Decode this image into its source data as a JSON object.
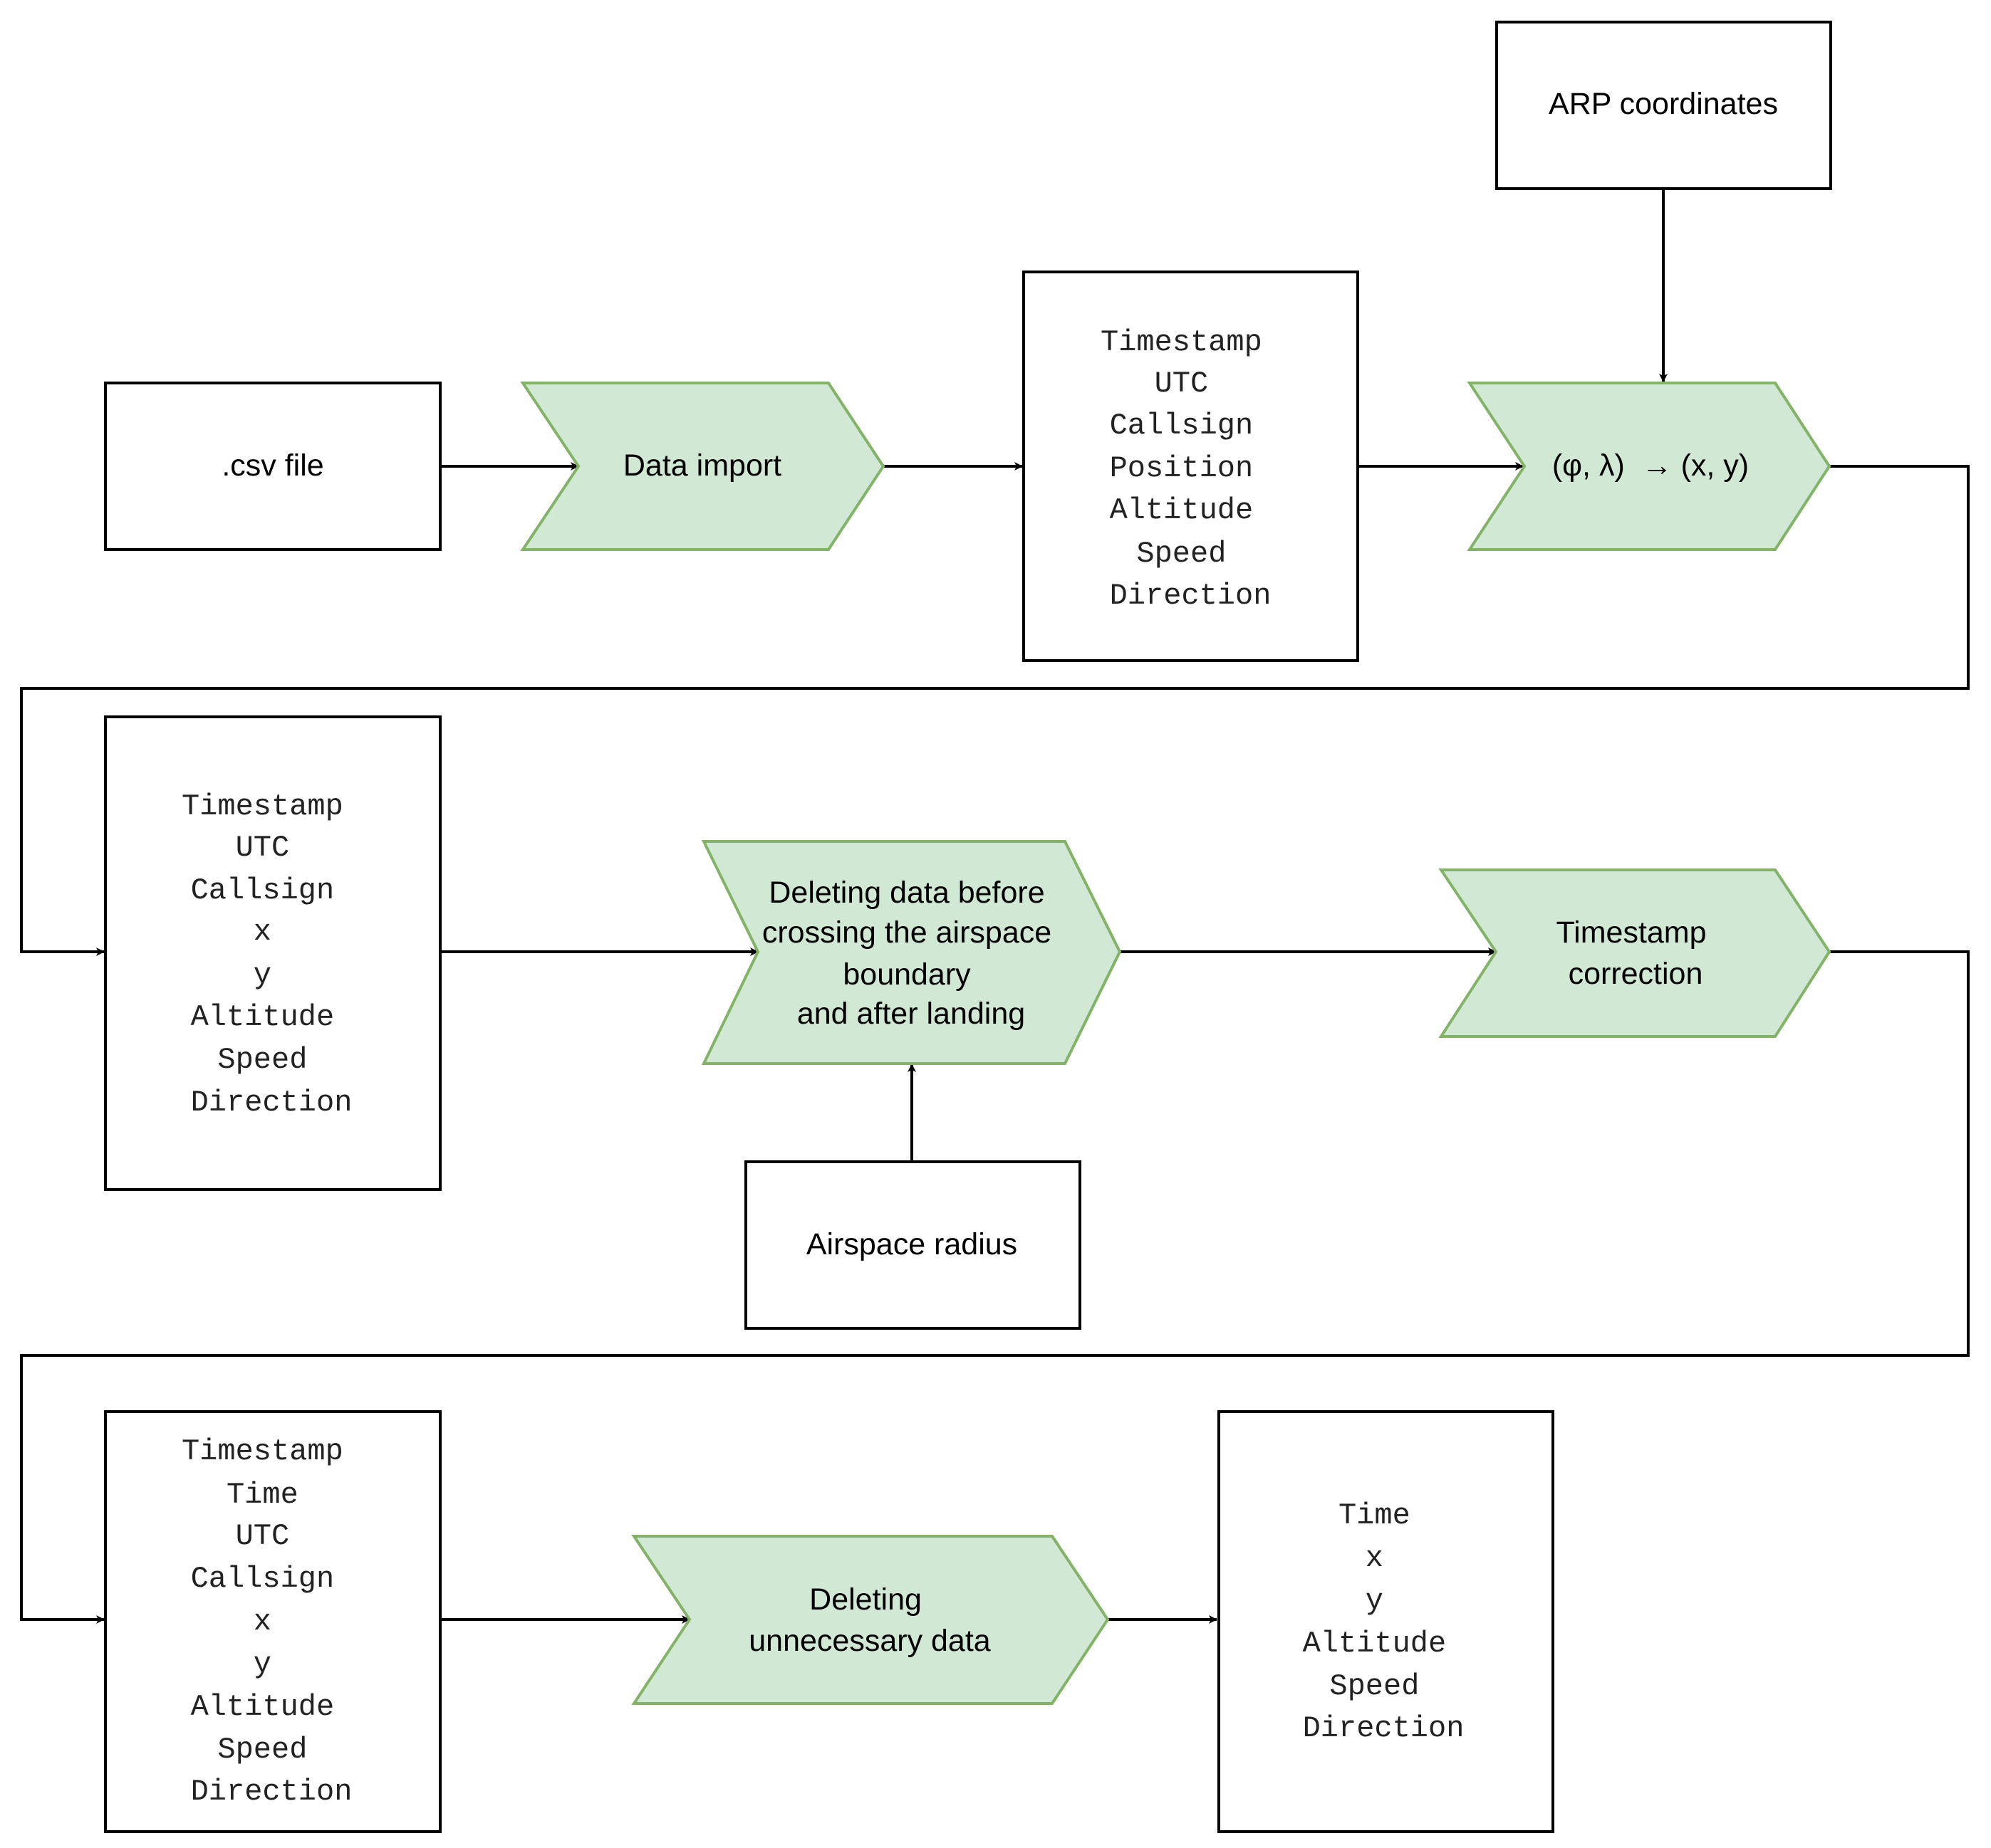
{
  "diagram": {
    "nodes": {
      "csv_file": {
        "lines": [
          ".csv file"
        ]
      },
      "data_import": {
        "lines": [
          "Data import"
        ]
      },
      "raw_fields": {
        "lines": [
          "Timestamp",
          "UTC",
          "Callsign",
          "Position",
          "Altitude",
          "Speed",
          "Direction"
        ]
      },
      "arp_coordinates": {
        "lines": [
          "ARP coordinates"
        ]
      },
      "coord_transform": {
        "lines": [
          "(φ, λ)  → (x, y)"
        ]
      },
      "xy_fields": {
        "lines": [
          "Timestamp",
          "UTC",
          "Callsign",
          "x",
          "y",
          "Altitude",
          "Speed",
          "Direction"
        ]
      },
      "delete_outside": {
        "lines": [
          "Deleting data before",
          "crossing the airspace",
          "boundary",
          "and after landing"
        ]
      },
      "airspace_radius": {
        "lines": [
          "Airspace radius"
        ]
      },
      "timestamp_correction": {
        "lines": [
          "Timestamp",
          "correction"
        ]
      },
      "time_fields": {
        "lines": [
          "Timestamp",
          "Time",
          "UTC",
          "Callsign",
          "x",
          "y",
          "Altitude",
          "Speed",
          "Direction"
        ]
      },
      "delete_unnecessary": {
        "lines": [
          "Deleting",
          "unnecessary data"
        ]
      },
      "final_fields": {
        "lines": [
          "Time",
          "x",
          "y",
          "Altitude",
          "Speed",
          "Direction"
        ]
      }
    },
    "colors": {
      "process_fill": "#d0e8d4",
      "process_stroke": "#82b366",
      "box_stroke": "#000000"
    }
  }
}
